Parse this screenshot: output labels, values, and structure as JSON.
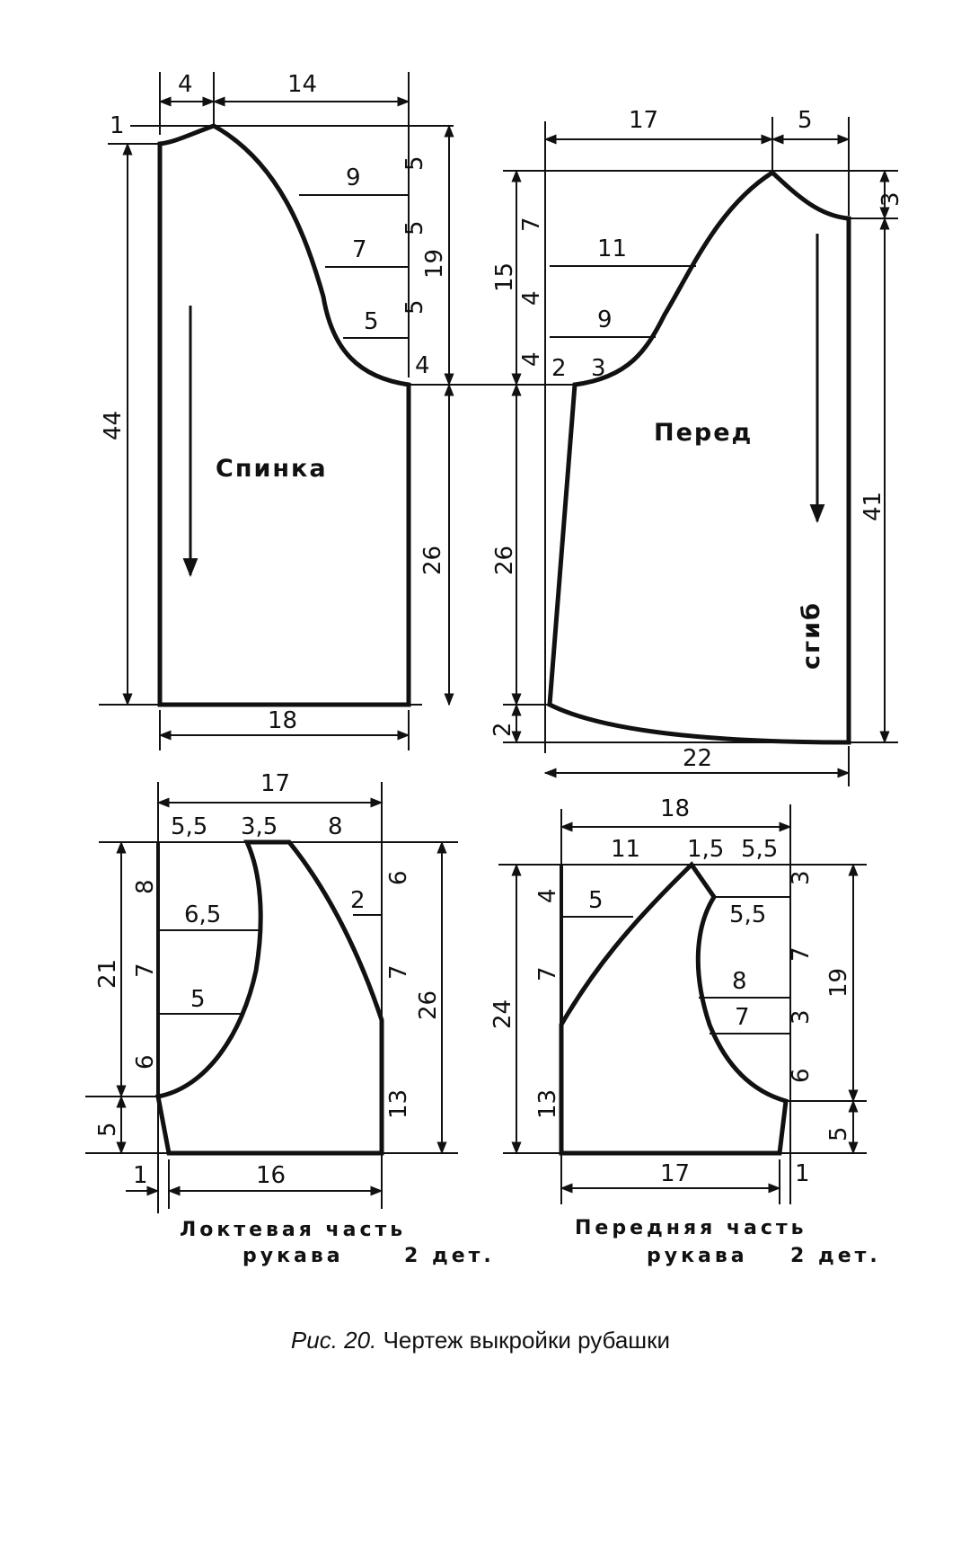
{
  "caption": {
    "prefix": "Рис. 20.",
    "text": "Чертеж выкройки рубашки"
  },
  "pieces": {
    "back": {
      "name": "Спинка",
      "dims": {
        "top_left": "4",
        "top_right": "14",
        "shoulder_drop": "1",
        "height": "44",
        "a1": "5",
        "a2": "5",
        "a3": "5",
        "a4": "4",
        "armhole_depth": "19",
        "side": "26",
        "bottom": "18",
        "w1": "9",
        "w2": "7",
        "w3": "5"
      }
    },
    "front": {
      "name": "Перед",
      "fold": "сгиб",
      "dims": {
        "top_left": "17",
        "top_right": "5",
        "neck_drop": "3",
        "height": "41",
        "a1": "7",
        "a2": "4",
        "a3": "4",
        "armhole_depth": "15",
        "side": "26",
        "bottom_drop": "2",
        "bottom": "22",
        "w1": "11",
        "w2": "9",
        "w3": "2",
        "w4": "3"
      }
    },
    "elbow_sleeve": {
      "title_line1": "Локтевая часть",
      "title_line2": "рукава",
      "count": "2 дет.",
      "dims": {
        "top": "17",
        "t1": "5,5",
        "t2": "3,5",
        "t3": "8",
        "l1": "8",
        "l2": "7",
        "l3": "6",
        "cap_height": "21",
        "lower": "5",
        "w1": "6,5",
        "w2": "5",
        "right_top": "6",
        "right_mid": "7",
        "right_total": "26",
        "right_low": "13",
        "slant": "2",
        "bottom_offset": "1",
        "bottom": "16"
      }
    },
    "front_sleeve": {
      "title_line1": "Передняя часть",
      "title_line2": "рукава",
      "count": "2 дет.",
      "dims": {
        "top": "18",
        "t1": "11",
        "t2": "1,5",
        "t3": "5,5",
        "l1": "4",
        "l2": "7",
        "total": "24",
        "l3": "13",
        "w1": "5",
        "w2": "5,5",
        "w3": "8",
        "w4": "7",
        "r1": "3",
        "r2": "7",
        "r3": "3",
        "r4": "6",
        "cap_height": "19",
        "lower": "5",
        "bottom": "17",
        "bottom_offset": "1"
      }
    }
  }
}
